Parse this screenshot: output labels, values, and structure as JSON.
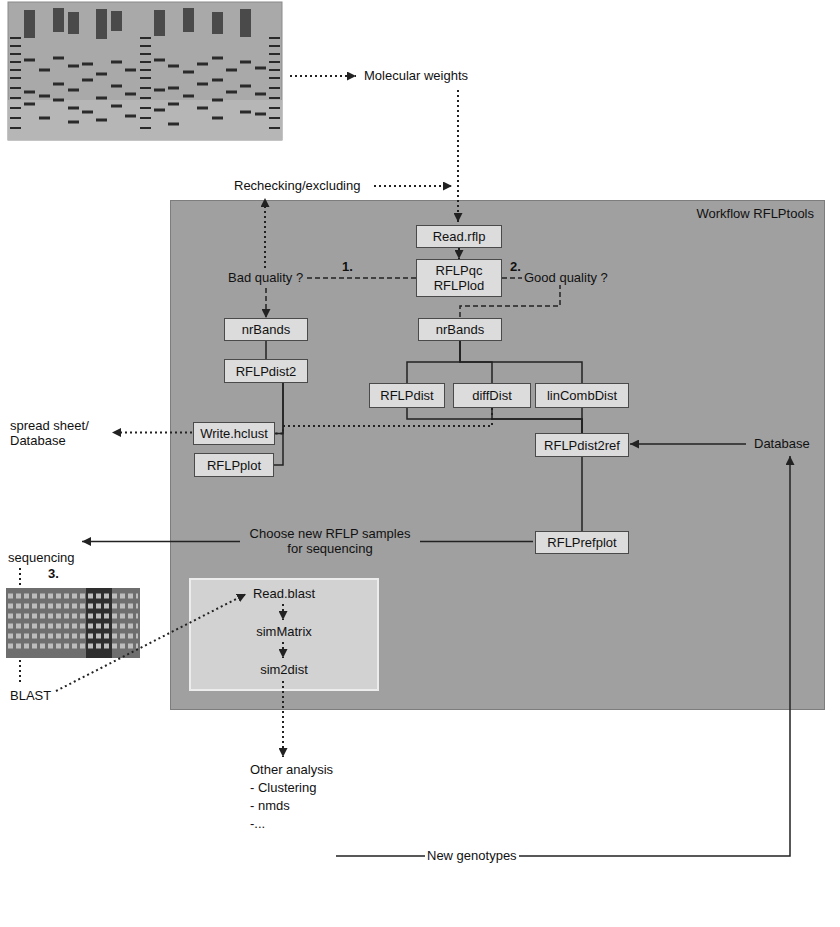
{
  "diagram": {
    "nodes": [
      {
        "text": [
          "Workflow RFLPtools"
        ]
      },
      {
        "text": [
          "Read.rflp"
        ],
        "in": 0
      },
      {
        "text": [
          "RFLPqc RFLPlod"
        ],
        "in": 0
      },
      {
        "text": [
          "nrBands"
        ],
        "in": 0
      },
      {
        "text": [
          "RFLPdist2"
        ],
        "in": 0
      },
      {
        "text": [
          "nrBands"
        ],
        "in": 0
      },
      {
        "text": [
          "RFLPdist"
        ],
        "in": 0
      },
      {
        "text": [
          "diffDist"
        ],
        "in": 0
      },
      {
        "text": [
          "linCombDist"
        ],
        "in": 0
      },
      {
        "text": [
          "RFLPdist2ref"
        ],
        "in": 0
      },
      {
        "text": [
          "Write.hclust"
        ],
        "in": 0
      },
      {
        "text": [
          "RFLPplot"
        ],
        "in": 0
      },
      {
        "text": [
          "RFLPrefplot"
        ],
        "in": 0
      },
      {
        "text": [
          "Read.blast",
          "simMatrix",
          "sim2dist"
        ],
        "in": 0
      }
    ],
    "edges": [
      {
        "from": 1,
        "to": 2,
        "arrow": "to"
      },
      {
        "from": 2,
        "to": 3,
        "label": "1.",
        "arrow": "to"
      },
      {
        "from": 2,
        "to": 5,
        "label": "2.",
        "arrow": "none"
      },
      {
        "from": 3,
        "to": 4,
        "arrow": "none"
      },
      {
        "from": 5,
        "to": 6,
        "arrow": "none"
      },
      {
        "from": 5,
        "to": 7,
        "arrow": "none"
      },
      {
        "from": 5,
        "to": 8,
        "arrow": "none"
      },
      {
        "from": 6,
        "to": 9,
        "arrow": "none"
      },
      {
        "from": 7,
        "to": 9,
        "arrow": "none"
      },
      {
        "from": 8,
        "to": 9,
        "arrow": "none"
      },
      {
        "from": 4,
        "to": 10,
        "arrow": "none"
      },
      {
        "from": 4,
        "to": 11,
        "arrow": "none"
      },
      {
        "from": 7,
        "to": 10,
        "arrow": "none"
      },
      {
        "from": 9,
        "to": 12,
        "arrow": "none"
      }
    ],
    "labels": [
      "Molecular weights",
      "Rechecking/excluding",
      "Bad quality ?",
      "Good quality ?",
      "spread sheet/ Database",
      "Database",
      "Choose new RFLP samples for sequencing",
      "sequencing",
      "3.",
      "BLAST",
      "Other analysis",
      "- Clustering",
      "- nmds",
      "-...",
      "New genotypes"
    ]
  }
}
